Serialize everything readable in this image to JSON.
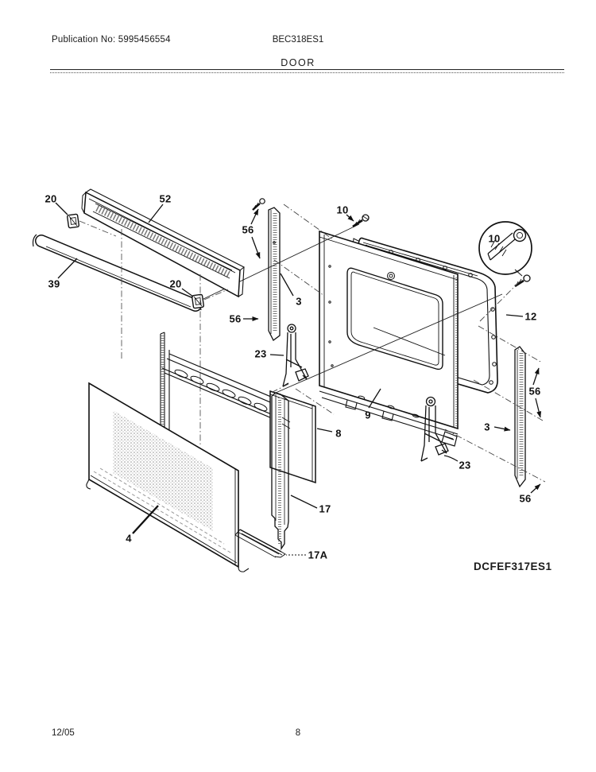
{
  "page": {
    "publication_label": "Publication No: 5995456554",
    "model": "BEC318ES1",
    "section_title": "DOOR",
    "diagram_code": "DCFEF317ES1",
    "footer_date": "12/05",
    "footer_page": "8"
  },
  "diagram": {
    "description": "Exploded view of oven door assembly",
    "callouts": [
      {
        "id": "20-top",
        "text": "20"
      },
      {
        "id": "52",
        "text": "52"
      },
      {
        "id": "39",
        "text": "39"
      },
      {
        "id": "20-mid",
        "text": "20"
      },
      {
        "id": "56-topleft",
        "text": "56"
      },
      {
        "id": "3-left",
        "text": "3"
      },
      {
        "id": "56-left",
        "text": "56"
      },
      {
        "id": "10-screw",
        "text": "10"
      },
      {
        "id": "10-circle",
        "text": "10"
      },
      {
        "id": "12",
        "text": "12"
      },
      {
        "id": "23-left",
        "text": "23"
      },
      {
        "id": "9",
        "text": "9"
      },
      {
        "id": "8",
        "text": "8"
      },
      {
        "id": "23-right",
        "text": "23"
      },
      {
        "id": "3-right",
        "text": "3"
      },
      {
        "id": "56-right-upper",
        "text": "56"
      },
      {
        "id": "56-right-lower",
        "text": "56"
      },
      {
        "id": "17",
        "text": "17"
      },
      {
        "id": "17A",
        "text": "17A"
      },
      {
        "id": "4",
        "text": "4"
      }
    ]
  }
}
